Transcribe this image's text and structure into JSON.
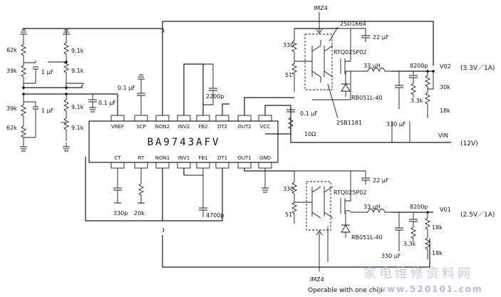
{
  "chip": {
    "name": "BA9743AFV",
    "top_pins": [
      "VREF",
      "SCP",
      "NON2",
      "INV2",
      "FB2",
      "DT2",
      "OUT2",
      "VCC"
    ],
    "bottom_pins": [
      "CT",
      "RT",
      "NON1",
      "INV1",
      "FB1",
      "DT1",
      "OUT1",
      "GND"
    ]
  },
  "left_network": {
    "top_r1": "62k",
    "top_r2": "39k",
    "top_cap": "1 μF",
    "top_r3": "9.1k",
    "top_r4": "9.1k",
    "bot_r1": "39k",
    "bot_r2": "62k",
    "bot_cap": "1 μF",
    "bot_r3": "9.1k",
    "bot_r4": "9.1k",
    "vref_cap": "0.1 μF",
    "scp_cap": "0.1 μF",
    "fb2_cap": "2200p"
  },
  "bottom_parts": {
    "ct_cap": "330p",
    "rt_res": "20k",
    "fb1_cap": "4700p"
  },
  "upper_stage": {
    "driver_label": "IMZ4",
    "r_top": "330",
    "r_bot": "51",
    "q_top": "2SD1664",
    "q_bot": "2SB1181",
    "fet": "RTQ025P02",
    "cap_in": "22 μF",
    "inductor": "33 μH",
    "diode": "RB051L-40",
    "cap_out": "330 μF",
    "cap_8200": "8200p",
    "r_30k": "30k",
    "r_33k": "3.3k",
    "r_18k": "18k",
    "vout_node": "V02",
    "vout_value": "(3.3V／1A)"
  },
  "supply": {
    "vcc_cap": "0.1 μF",
    "vcc_res": "10Ω",
    "vin_node": "VIN",
    "vin_value": "(12V)"
  },
  "lower_stage": {
    "r_top": "330",
    "r_bot": "51",
    "fet": "RTQ025P02",
    "cap_in": "22 μF",
    "inductor": "33 μH",
    "diode": "RB051L-40",
    "cap_out": "330 μF",
    "cap_8200": "8200p",
    "r_33k": "3.3k",
    "r_18k_a": "18k",
    "r_18k_b": "18k",
    "vout_node": "V01",
    "vout_value": "(2.5V／1A)",
    "driver_label": "IMZ4",
    "driver_note": "Operable with one chip"
  },
  "watermark": {
    "cn": "家电维修资料网",
    "url": "www.520101.com"
  }
}
